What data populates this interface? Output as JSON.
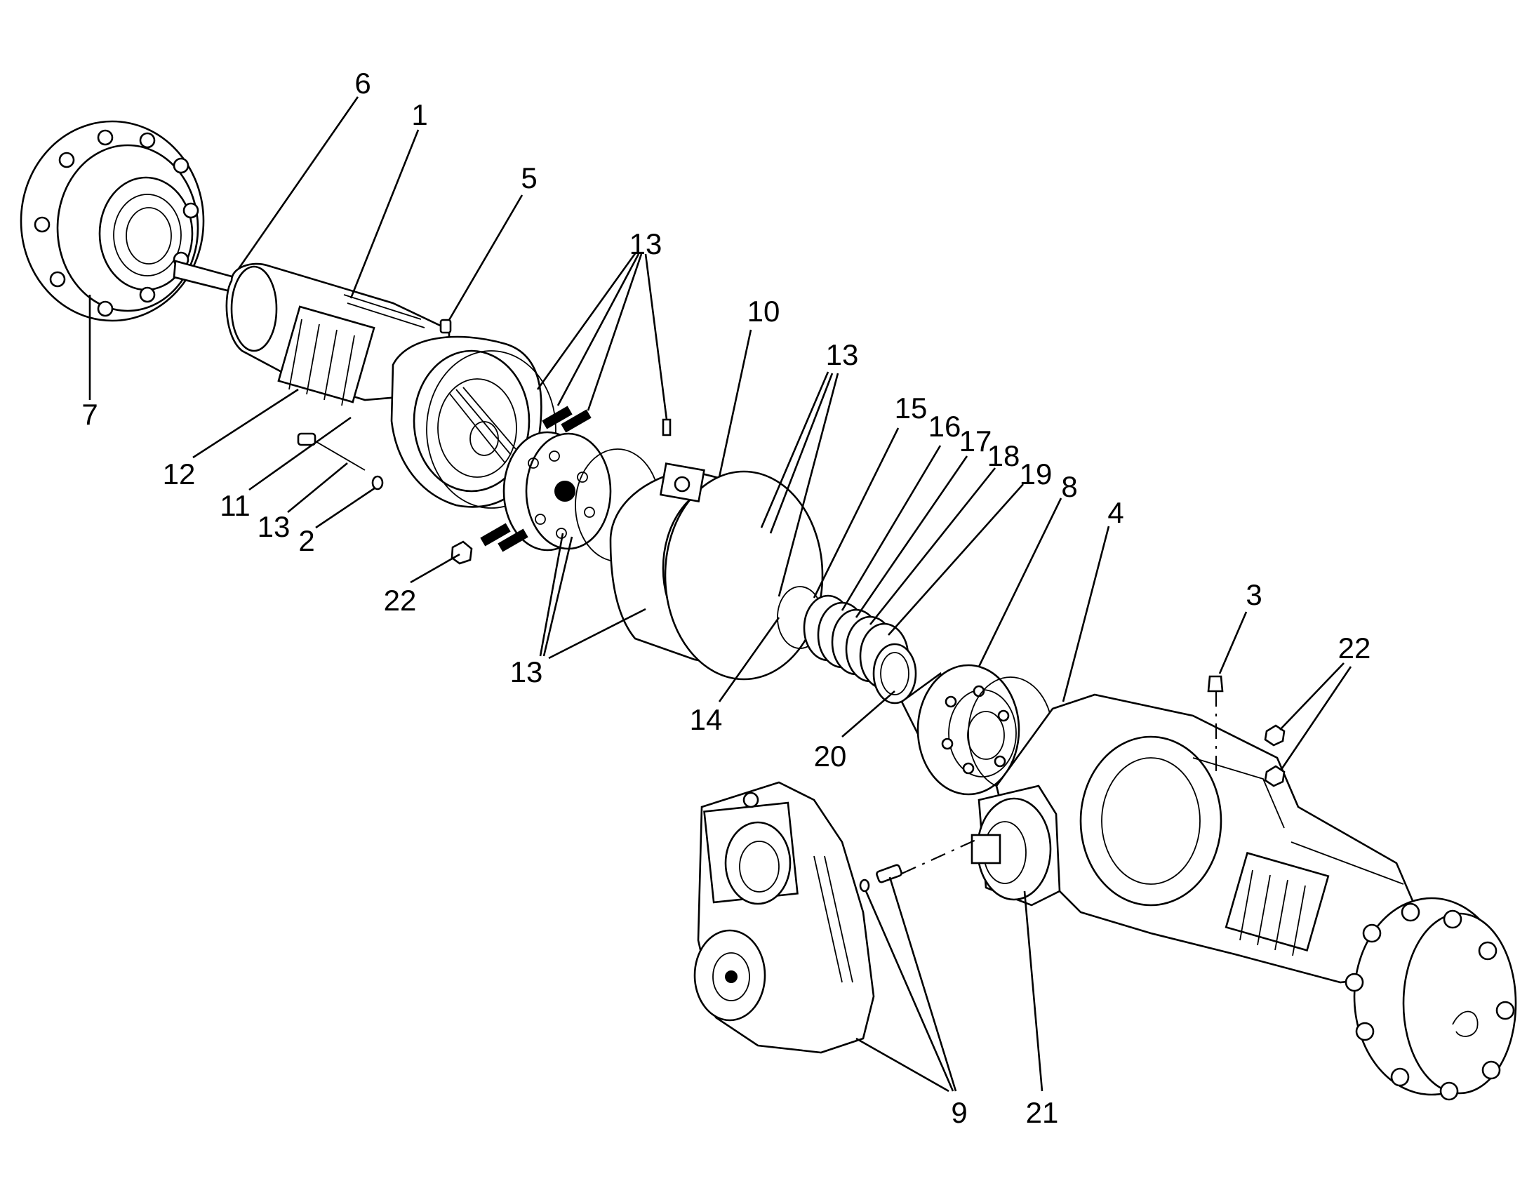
{
  "callouts": [
    {
      "id": "c6",
      "text": "6"
    },
    {
      "id": "c1",
      "text": "1"
    },
    {
      "id": "c5",
      "text": "5"
    },
    {
      "id": "c13a",
      "text": "13"
    },
    {
      "id": "c10",
      "text": "10"
    },
    {
      "id": "c13b",
      "text": "13"
    },
    {
      "id": "c7",
      "text": "7"
    },
    {
      "id": "c15",
      "text": "15"
    },
    {
      "id": "c16",
      "text": "16"
    },
    {
      "id": "c17",
      "text": "17"
    },
    {
      "id": "c18",
      "text": "18"
    },
    {
      "id": "c19",
      "text": "19"
    },
    {
      "id": "c8",
      "text": "8"
    },
    {
      "id": "c12",
      "text": "12"
    },
    {
      "id": "c4",
      "text": "4"
    },
    {
      "id": "c11",
      "text": "11"
    },
    {
      "id": "c13c",
      "text": "13"
    },
    {
      "id": "c2",
      "text": "2"
    },
    {
      "id": "c22a",
      "text": "22"
    },
    {
      "id": "c3",
      "text": "3"
    },
    {
      "id": "c22b",
      "text": "22"
    },
    {
      "id": "c13d",
      "text": "13"
    },
    {
      "id": "c14",
      "text": "14"
    },
    {
      "id": "c20",
      "text": "20"
    },
    {
      "id": "c9",
      "text": "9"
    },
    {
      "id": "c21",
      "text": "21"
    }
  ],
  "colors": {
    "line": "#000000",
    "background": "#ffffff"
  }
}
